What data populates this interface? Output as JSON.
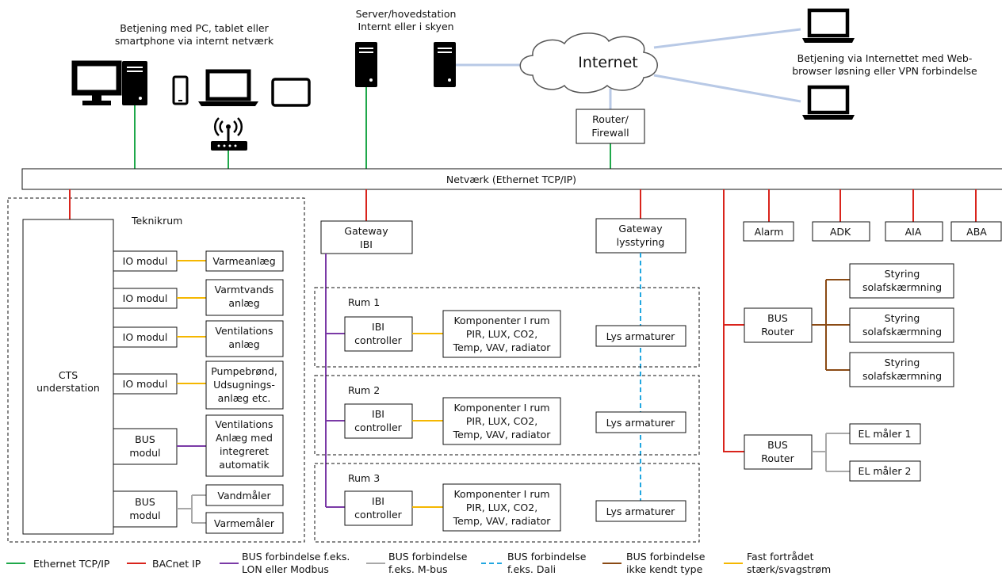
{
  "colors": {
    "ethernet": "#1fa84a",
    "bacnet": "#d9241c",
    "bus_lon": "#7a3aa6",
    "bus_mbus": "#a8a8a8",
    "bus_dali": "#22a7e0",
    "bus_unknown": "#8a4a14",
    "fixed": "#f5b700",
    "wan": "#b8c9e6"
  },
  "devices": {
    "label_l1": "Betjening med PC, tablet eller",
    "label_l2": "smartphone via internt netværk",
    "icons": [
      "monitor-icon",
      "pc-tower-icon",
      "smartphone-icon",
      "laptop-icon",
      "tablet-icon",
      "wifi-router-icon"
    ]
  },
  "server": {
    "label_l1": "Server/hovedstation",
    "label_l2": "Internt eller i skyen"
  },
  "internet": {
    "label": "Internet"
  },
  "router": {
    "l1": "Router/",
    "l2": "Firewall"
  },
  "remote": {
    "l1": "Betjening via Internettet med Web-",
    "l2": "browser løsning eller VPN forbindelse"
  },
  "network": {
    "label": "Netværk (Ethernet TCP/IP)"
  },
  "teknikrum": {
    "title": "Teknikrum",
    "cts": {
      "l1": "CTS",
      "l2": "understation"
    },
    "modules": [
      {
        "module": [
          "IO modul"
        ],
        "device": [
          "Varmeanlæg"
        ]
      },
      {
        "module": [
          "IO modul"
        ],
        "device": [
          "Varmtvands",
          "anlæg"
        ]
      },
      {
        "module": [
          "IO modul"
        ],
        "device": [
          "Ventilations",
          "anlæg"
        ]
      },
      {
        "module": [
          "IO modul"
        ],
        "device": [
          "Pumpebrønd,",
          "Udsugnings-",
          "anlæg etc."
        ]
      },
      {
        "module": [
          "BUS",
          "modul"
        ],
        "device": [
          "Ventilations",
          "Anlæg med",
          "integreret",
          "automatik"
        ]
      },
      {
        "module": [
          "BUS",
          "modul"
        ],
        "device": [
          "Vandmåler",
          "Varmemåler"
        ]
      }
    ]
  },
  "gateway_ibi": {
    "l1": "Gateway",
    "l2": "IBI"
  },
  "gateway_lys": {
    "l1": "Gateway",
    "l2": "lysstyring"
  },
  "rooms": [
    {
      "title": "Rum 1",
      "controller": [
        "IBI",
        "controller"
      ],
      "components": [
        "Komponenter I rum",
        "PIR, LUX, CO2,",
        "Temp, VAV, radiator"
      ],
      "lights": "Lys armaturer"
    },
    {
      "title": "Rum 2",
      "controller": [
        "IBI",
        "controller"
      ],
      "components": [
        "Komponenter I rum",
        "PIR, LUX, CO2,",
        "Temp, VAV, radiator"
      ],
      "lights": "Lys armaturer"
    },
    {
      "title": "Rum 3",
      "controller": [
        "IBI",
        "controller"
      ],
      "components": [
        "Komponenter I rum",
        "PIR, LUX, CO2,",
        "Temp, VAV, radiator"
      ],
      "lights": "Lys armaturer"
    }
  ],
  "systems": [
    "Alarm",
    "ADK",
    "AIA",
    "ABA"
  ],
  "bus_router_1": {
    "l1": "BUS",
    "l2": "Router",
    "targets": [
      [
        "Styring",
        "solafskærmning"
      ],
      [
        "Styring",
        "solafskærmning"
      ],
      [
        "Styring",
        "solafskærmning"
      ]
    ]
  },
  "bus_router_2": {
    "l1": "BUS",
    "l2": "Router",
    "targets": [
      "EL måler 1",
      "EL måler 2"
    ]
  },
  "legend": [
    {
      "l1": "Ethernet TCP/IP",
      "l2": ""
    },
    {
      "l1": "BACnet IP",
      "l2": ""
    },
    {
      "l1": "BUS forbindelse f.eks.",
      "l2": "LON eller Modbus"
    },
    {
      "l1": "BUS forbindelse",
      "l2": "f.eks. M-bus"
    },
    {
      "l1": "BUS forbindelse",
      "l2": "f.eks. Dali"
    },
    {
      "l1": "BUS forbindelse",
      "l2": "ikke kendt type"
    },
    {
      "l1": "Fast fortrådet",
      "l2": "stærk/svagstrøm"
    }
  ]
}
